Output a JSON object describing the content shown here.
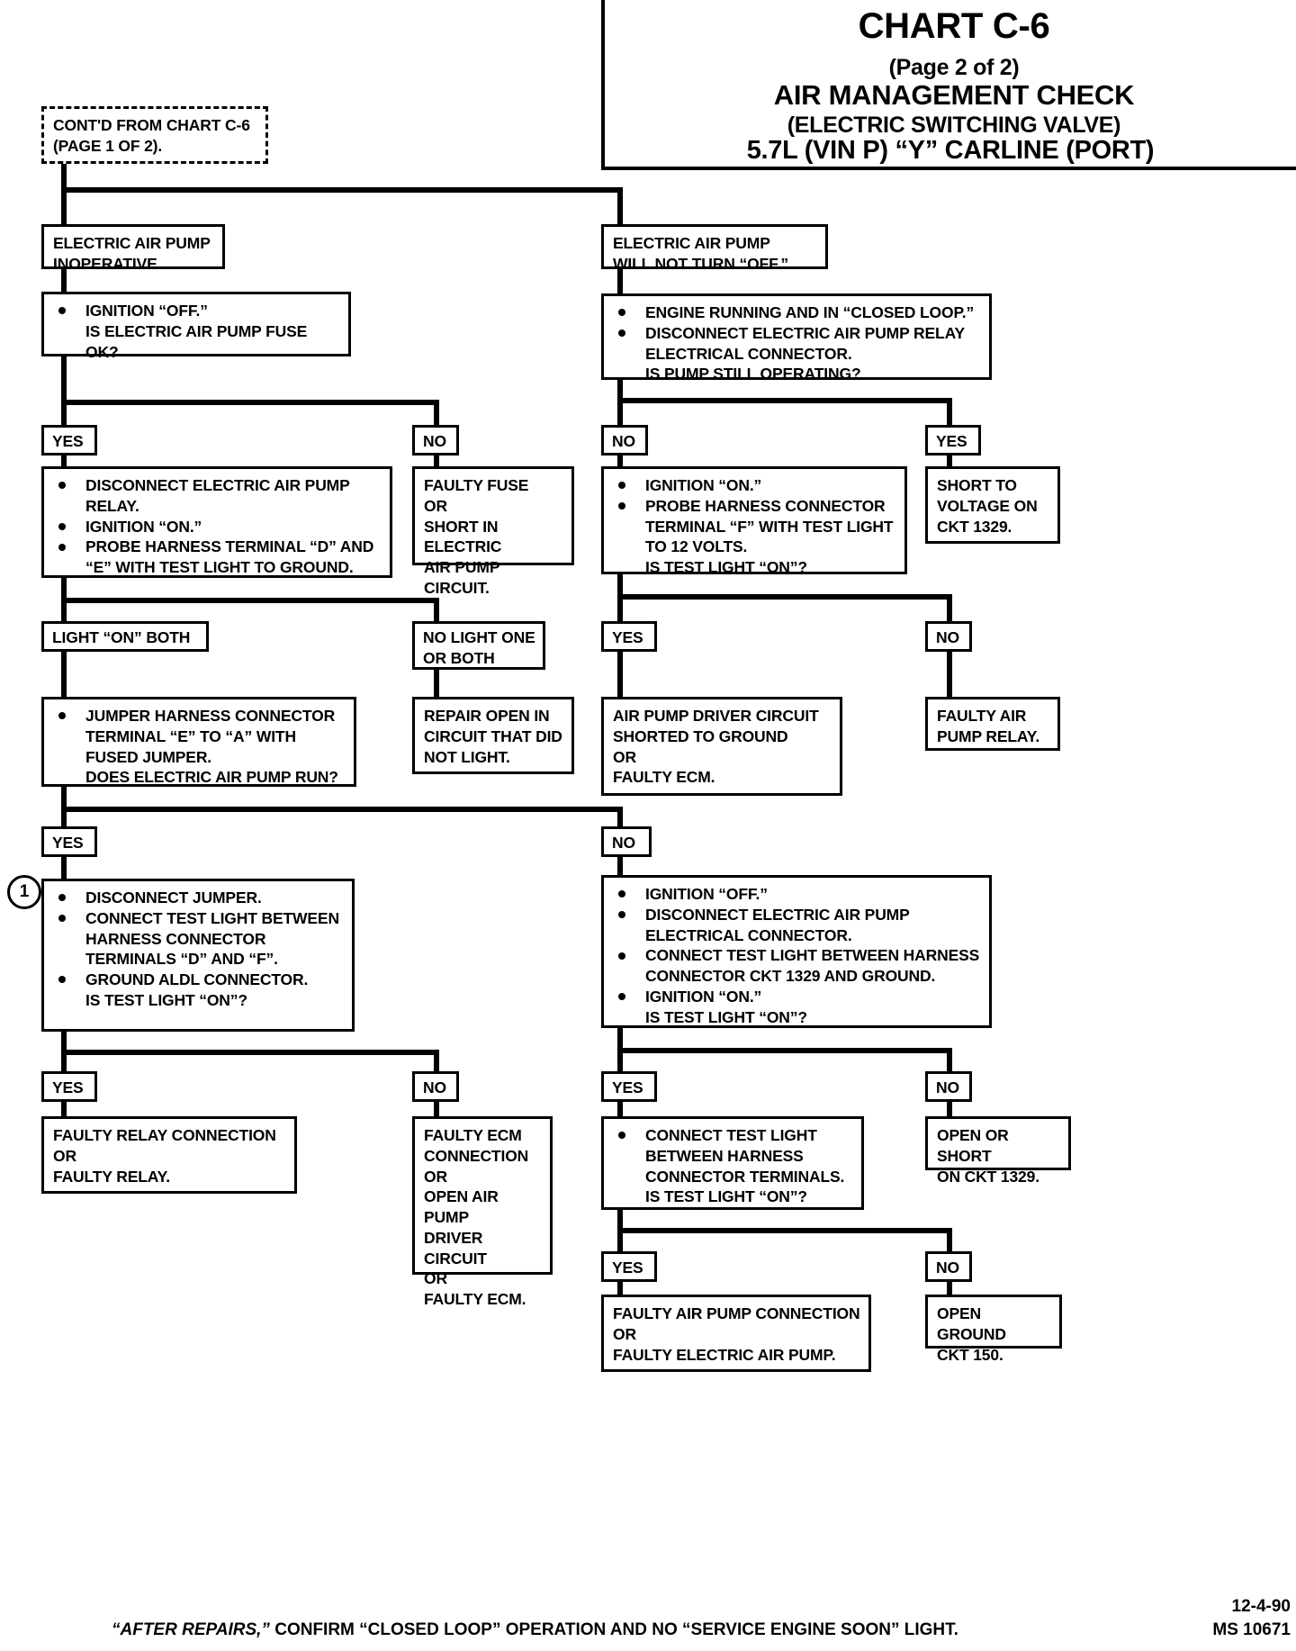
{
  "header": {
    "chart": "CHART C-6",
    "page": "(Page 2 of 2)",
    "title": "AIR MANAGEMENT CHECK",
    "subtitle": "(ELECTRIC SWITCHING VALVE)",
    "engine": "5.7L  (VIN P)  “Y”  CARLINE  (PORT)"
  },
  "nodes": {
    "contd": {
      "l1": "CONT'D FROM CHART C-6",
      "l2": "(PAGE 1 OF 2)."
    },
    "inop": {
      "l1": "ELECTRIC AIR PUMP",
      "l2": "INOPERATIVE"
    },
    "wontoff": {
      "l1": "ELECTRIC AIR PUMP",
      "l2": "WILL NOT TURN “OFF.”"
    },
    "fuse_q": {
      "b1": "IGNITION “OFF.”",
      "b1c": "IS ELECTRIC AIR PUMP FUSE OK?"
    },
    "closedloop_q": {
      "b1": "ENGINE RUNNING AND IN “CLOSED LOOP.”",
      "b2": "DISCONNECT ELECTRIC AIR PUMP RELAY",
      "b2c1": "ELECTRICAL CONNECTOR.",
      "b2c2": "IS PUMP STILL OPERATING?"
    },
    "probe_de": {
      "b1": "DISCONNECT ELECTRIC AIR PUMP",
      "b1c": "RELAY.",
      "b2": "IGNITION “ON.”",
      "b3": "PROBE HARNESS TERMINAL “D” AND",
      "b3c": "“E” WITH TEST LIGHT TO GROUND."
    },
    "faulty_fuse": {
      "l1": "FAULTY FUSE",
      "l2": "OR",
      "l3": "SHORT IN ELECTRIC",
      "l4": "AIR PUMP CIRCUIT."
    },
    "probe_f": {
      "b1": "IGNITION “ON.”",
      "b2": "PROBE HARNESS CONNECTOR",
      "b2c1": "TERMINAL “F” WITH TEST LIGHT",
      "b2c2": "TO 12 VOLTS.",
      "b2c3": "IS TEST LIGHT “ON”?"
    },
    "short_volt": {
      "l1": "SHORT TO",
      "l2": "VOLTAGE ON",
      "l3": "CKT 1329."
    },
    "jumper_q": {
      "b1": "JUMPER HARNESS CONNECTOR",
      "b1c1": "TERMINAL “E” TO “A” WITH",
      "b1c2": "FUSED JUMPER.",
      "b1c3": "DOES ELECTRIC AIR PUMP RUN?"
    },
    "repair_open": {
      "l1": "REPAIR OPEN IN",
      "l2": "CIRCUIT THAT DID",
      "l3": "NOT LIGHT."
    },
    "driver_short": {
      "l1": "AIR PUMP DRIVER CIRCUIT",
      "l2": "SHORTED TO GROUND",
      "l3": "OR",
      "l4": "FAULTY ECM."
    },
    "faulty_relay_box": {
      "l1": "FAULTY AIR",
      "l2": "PUMP RELAY."
    },
    "aldl_q": {
      "b1": "DISCONNECT JUMPER.",
      "b2": "CONNECT TEST LIGHT BETWEEN",
      "b2c1": "HARNESS CONNECTOR",
      "b2c2": "TERMINALS “D” AND “F”.",
      "b3": "GROUND ALDL CONNECTOR.",
      "b3c": "IS TEST LIGHT “ON”?"
    },
    "ckt1329_q": {
      "b1": "IGNITION “OFF.”",
      "b2": "DISCONNECT ELECTRIC AIR PUMP",
      "b2c": "ELECTRICAL CONNECTOR.",
      "b3": "CONNECT TEST LIGHT BETWEEN HARNESS",
      "b3c": "CONNECTOR CKT 1329 AND GROUND.",
      "b4": "IGNITION “ON.”",
      "b4c": "IS TEST LIGHT “ON”?"
    },
    "faulty_relay_conn": {
      "l1": "FAULTY RELAY CONNECTION",
      "l2": "OR",
      "l3": "FAULTY RELAY."
    },
    "faulty_ecm": {
      "l1": "FAULTY ECM",
      "l2": "CONNECTION",
      "l3": "OR",
      "l4": "OPEN AIR PUMP",
      "l5": "DRIVER CIRCUIT",
      "l6": "OR",
      "l7": "FAULTY ECM."
    },
    "terminals_q": {
      "b1": "CONNECT TEST LIGHT",
      "b1c1": "BETWEEN HARNESS",
      "b1c2": "CONNECTOR TERMINALS.",
      "b1c3": "IS TEST LIGHT “ON”?"
    },
    "open_short_1329": {
      "l1": "OPEN OR SHORT",
      "l2": "ON CKT 1329."
    },
    "faulty_pump_conn": {
      "l1": "FAULTY AIR PUMP CONNECTION",
      "l2": "OR",
      "l3": "FAULTY ELECTRIC AIR PUMP."
    },
    "open_ground": {
      "l1": "OPEN GROUND",
      "l2": "CKT 150."
    },
    "marker_1": "1"
  },
  "branch_labels": {
    "yes": "YES",
    "no": "NO",
    "light_on_both": "LIGHT “ON” BOTH",
    "no_light_l1": "NO LIGHT ONE",
    "no_light_l2": "OR BOTH"
  },
  "footer": {
    "note_lead": "“AFTER REPAIRS,”",
    "note_rest": " CONFIRM “CLOSED LOOP” OPERATION AND NO “SERVICE ENGINE SOON” LIGHT.",
    "date": "12-4-90",
    "code": "MS 10671"
  },
  "colors": {
    "ink": "#000000",
    "paper": "#ffffff"
  }
}
